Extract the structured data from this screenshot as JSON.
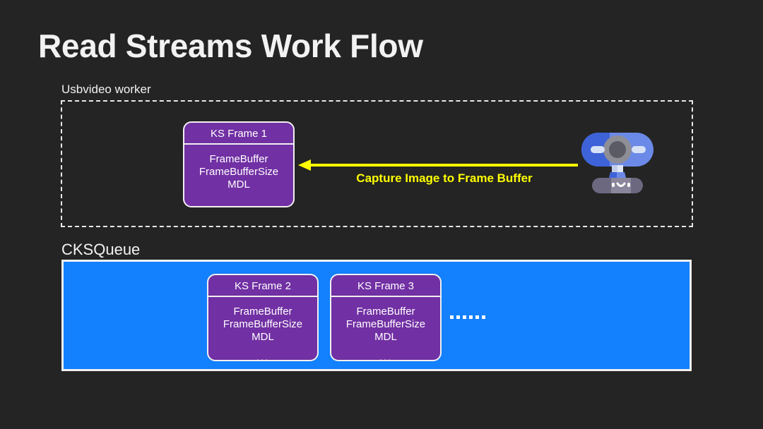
{
  "slide": {
    "title": "Read Streams Work Flow",
    "background_color": "#242424",
    "title_color": "#f2f2f2"
  },
  "worker_region": {
    "label": "Usbvideo worker",
    "border_style": "dashed",
    "border_color": "#e8e8e8",
    "frame": {
      "header": "KS Frame 1",
      "body_lines": [
        "FrameBuffer",
        "FrameBufferSize",
        "MDL"
      ],
      "ellipsis": "...",
      "fill_color": "#7130A3",
      "border_color": "#f0f0f0"
    },
    "arrow": {
      "label": "Capture Image to Frame Buffer",
      "color": "#ffff00",
      "direction": "left"
    },
    "device_icon": "webcam-icon"
  },
  "queue_region": {
    "label": "CKSQueue",
    "fill_color": "#1380FD",
    "border_color": "#f0f0f0",
    "frames": [
      {
        "header": "KS Frame 2",
        "body_lines": [
          "FrameBuffer",
          "FrameBufferSize",
          "MDL"
        ],
        "ellipsis": "..."
      },
      {
        "header": "KS Frame 3",
        "body_lines": [
          "FrameBuffer",
          "FrameBufferSize",
          "MDL"
        ],
        "ellipsis": "..."
      }
    ],
    "continuation_dots": 6
  }
}
